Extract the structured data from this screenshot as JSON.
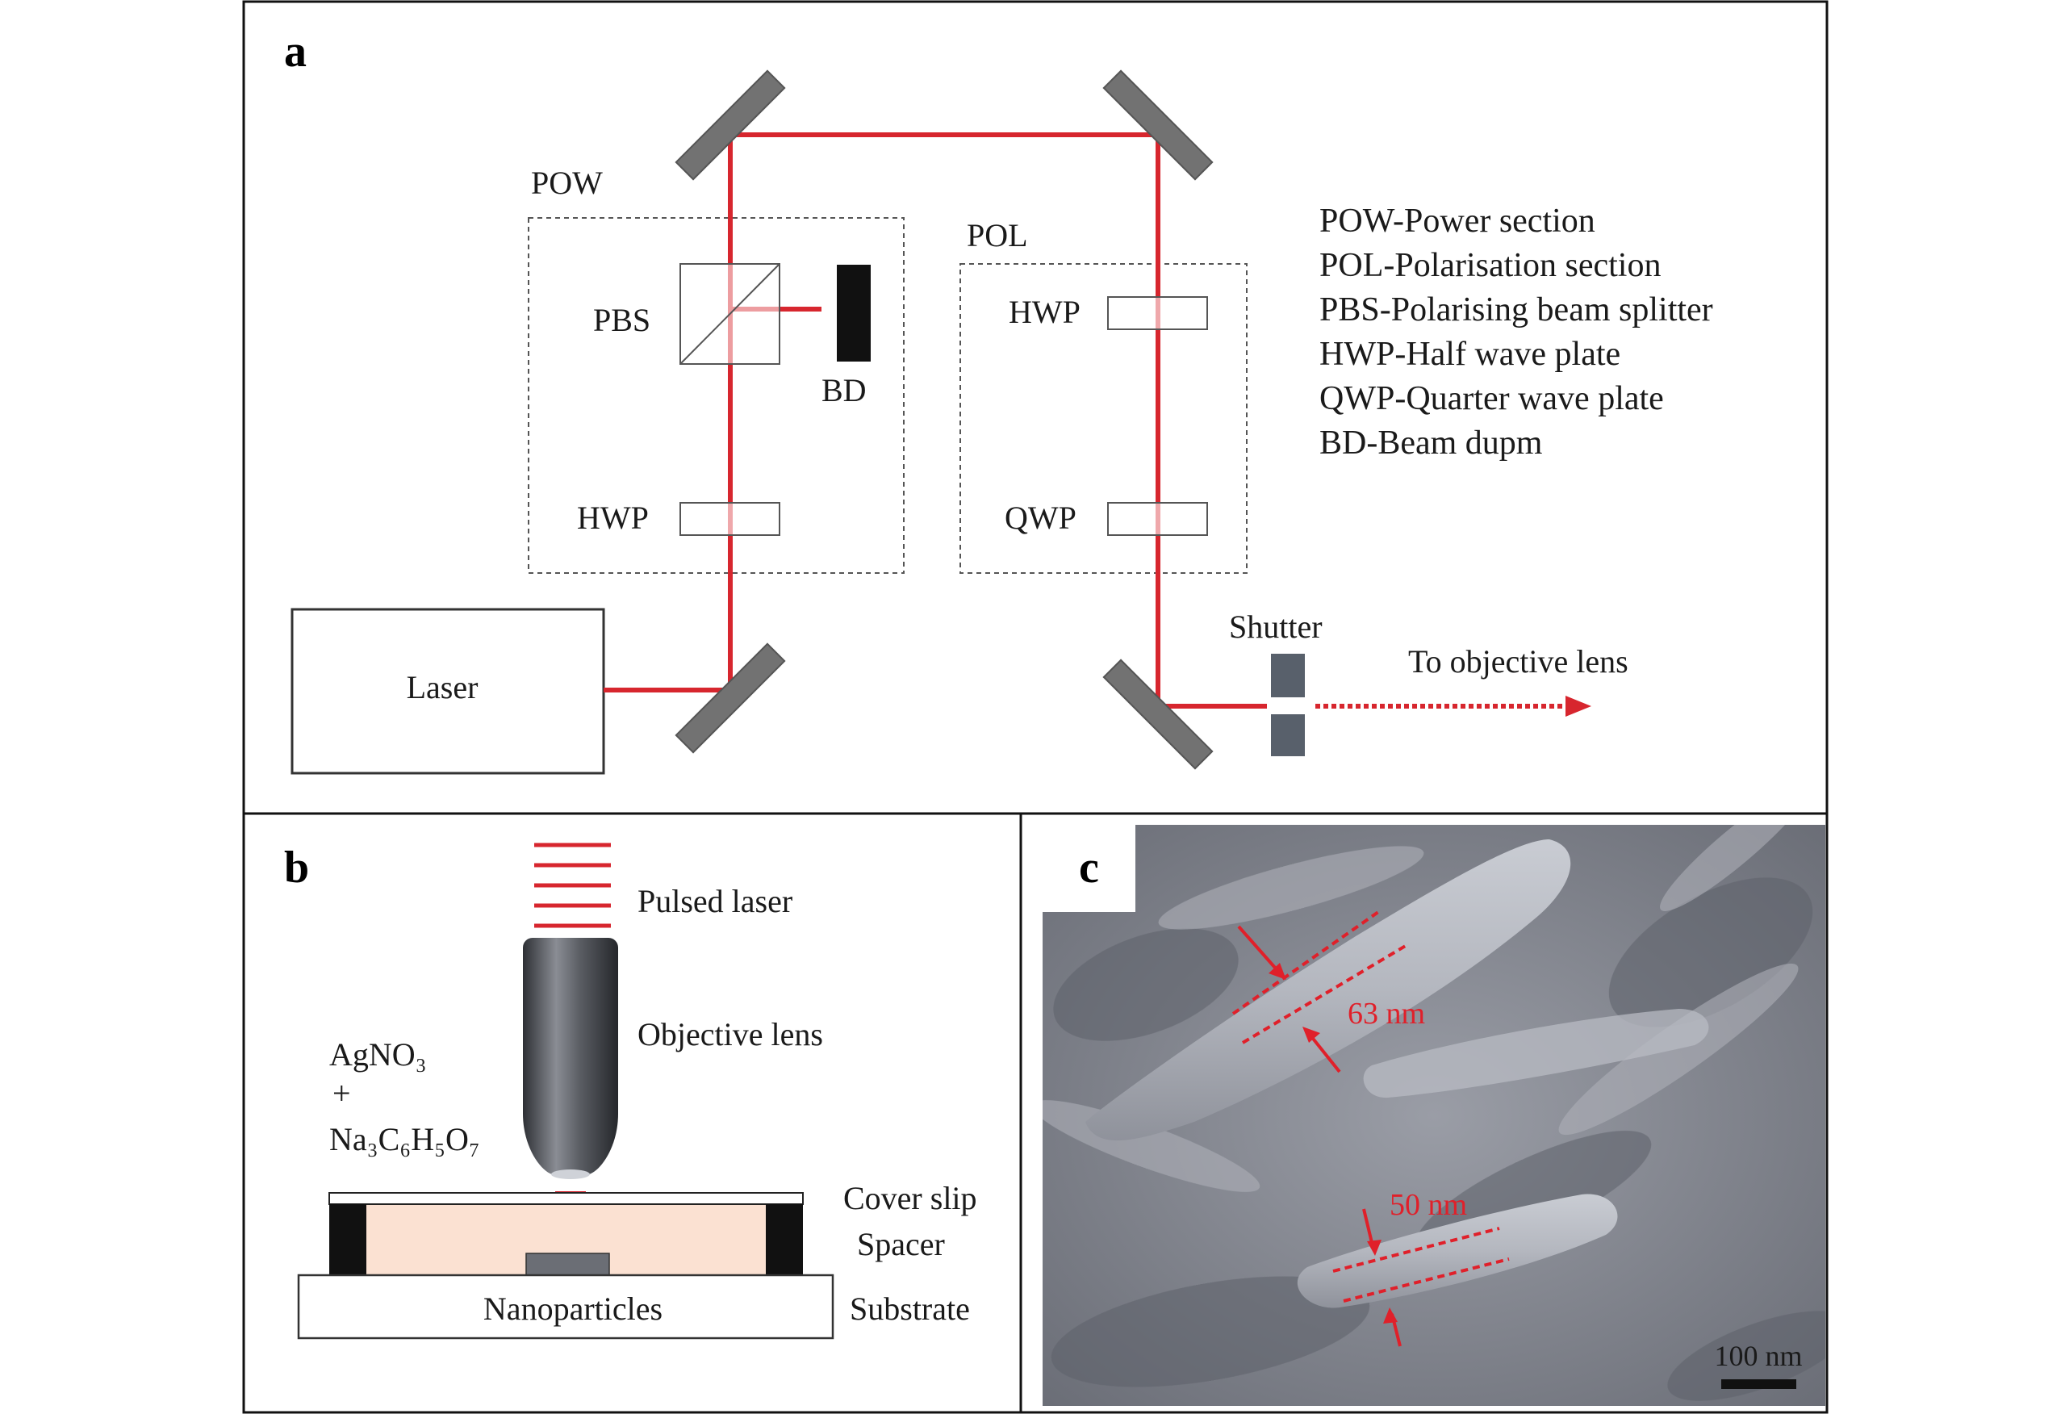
{
  "panels": {
    "a": "a",
    "b": "b",
    "c": "c"
  },
  "panel_a": {
    "section_pow": "POW",
    "section_pol": "POL",
    "pbs": "PBS",
    "bd": "BD",
    "hwp_pow": "HWP",
    "hwp_pol": "HWP",
    "qwp": "QWP",
    "laser": "Laser",
    "shutter": "Shutter",
    "output": "To objective lens",
    "legend": [
      "POW-Power section",
      "POL-Polarisation section",
      "PBS-Polarising beam splitter",
      "HWP-Half wave plate",
      "QWP-Quarter wave plate",
      "BD-Beam dupm"
    ]
  },
  "panel_b": {
    "pulsed_laser": "Pulsed laser",
    "objective": "Objective lens",
    "reagent1": "AgNO₃",
    "plus": "+",
    "reagent2": "Na₃C₆H₅O₇",
    "cover_slip": "Cover slip",
    "spacer": "Spacer",
    "substrate": "Substrate",
    "nanoparticles": "Nanoparticles"
  },
  "panel_c": {
    "width1": "63 nm",
    "width2": "50 nm",
    "scalebar": "100 nm"
  },
  "colors": {
    "beam": "#d7262e",
    "optic_gray": "#6f6f6f",
    "sample_fill": "#fbe1d2",
    "sem_bg": "#8c8f98"
  }
}
